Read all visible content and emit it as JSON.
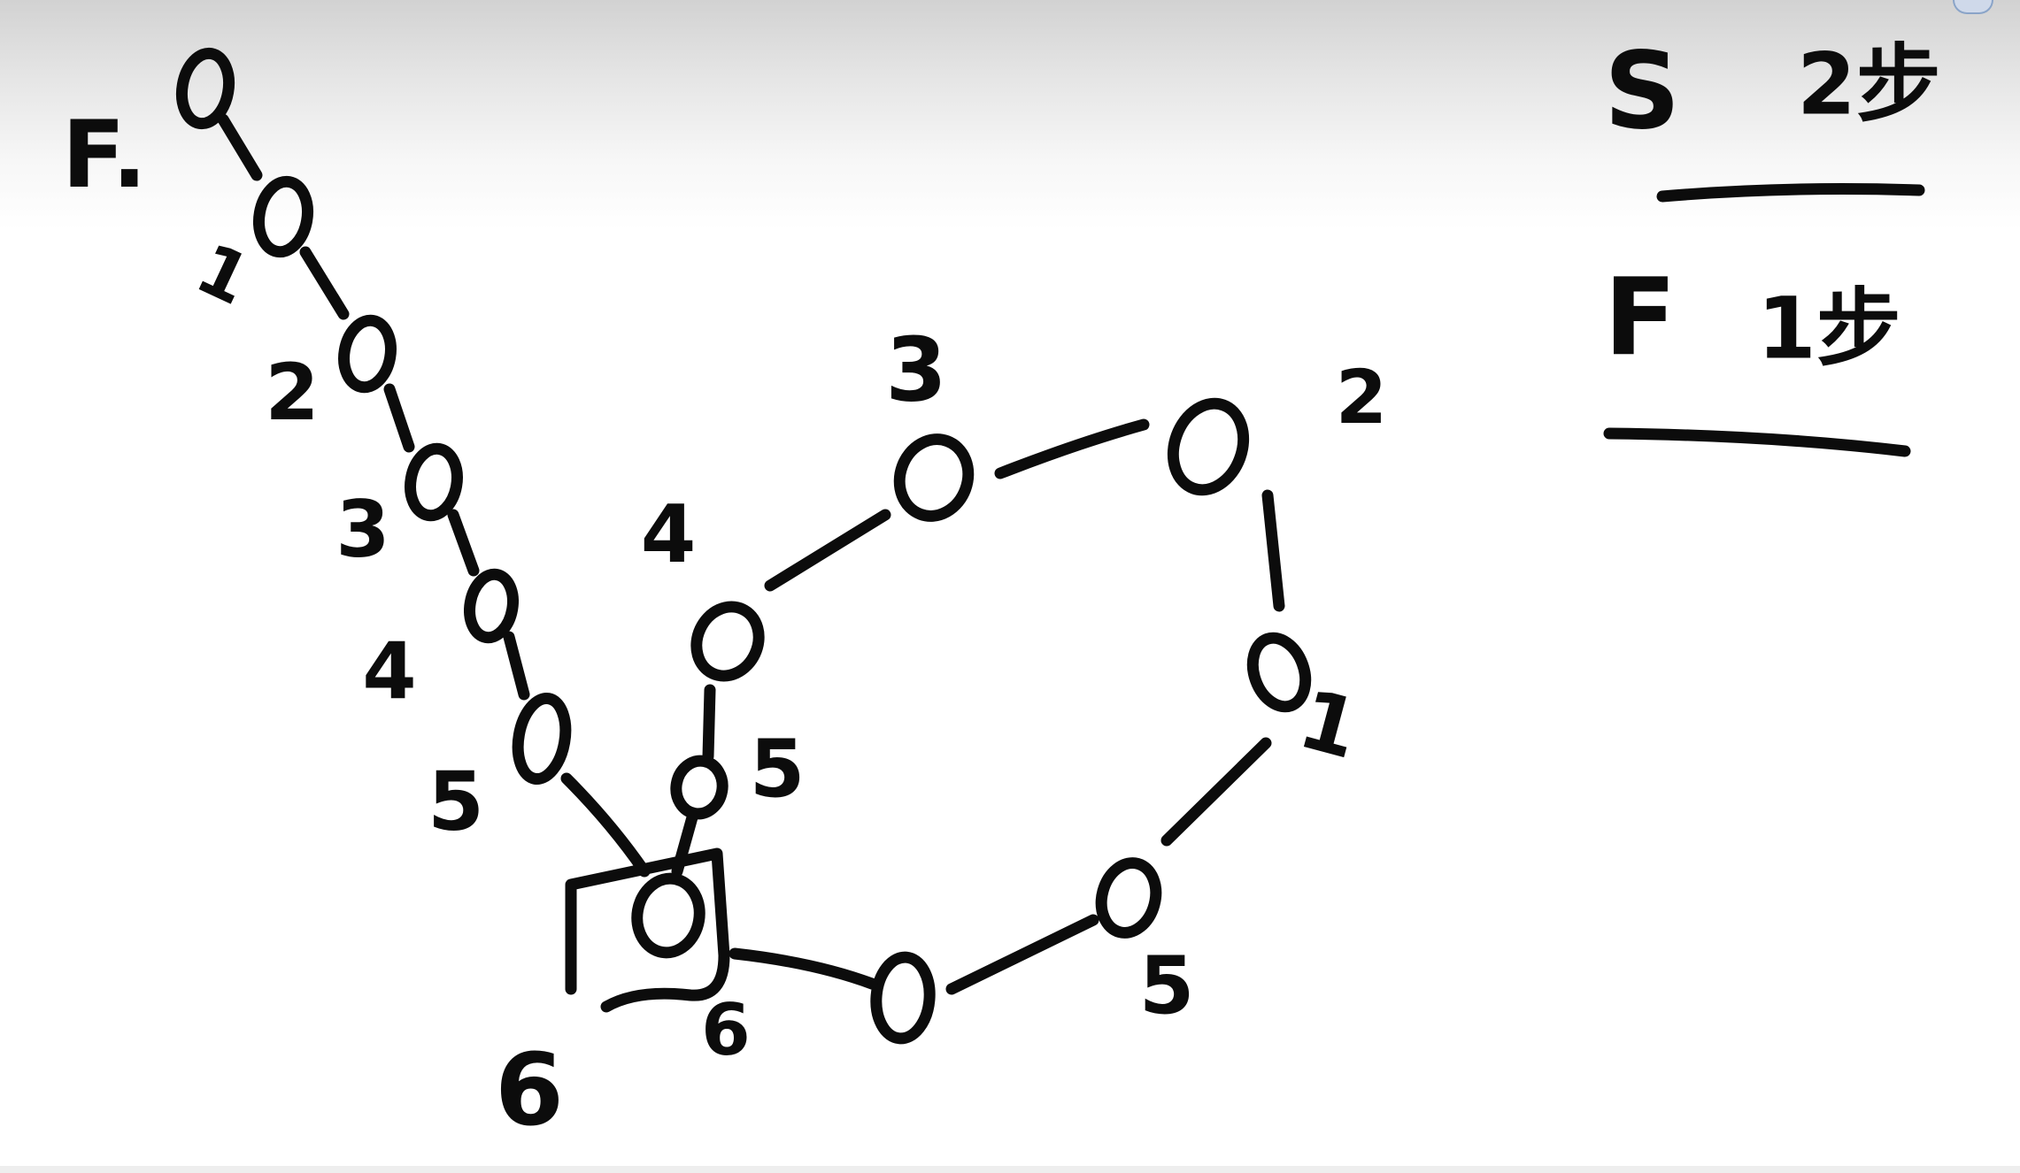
{
  "labels": {
    "fast": "F.",
    "legend_slow_letter": "S",
    "legend_slow_steps": "2步",
    "legend_fast_letter": "F",
    "legend_fast_steps": "1步",
    "tail_steps": [
      "1",
      "2",
      "3",
      "4",
      "5",
      "6"
    ],
    "cycle_steps": [
      "6",
      "5",
      "4",
      "3",
      "2",
      "1",
      "5"
    ]
  },
  "colors": {
    "ink": "#0c0c0c",
    "background": "#ffffff",
    "top_shade": "#d2d2d2"
  },
  "icons": {
    "corner_badge": "badge-icon"
  }
}
